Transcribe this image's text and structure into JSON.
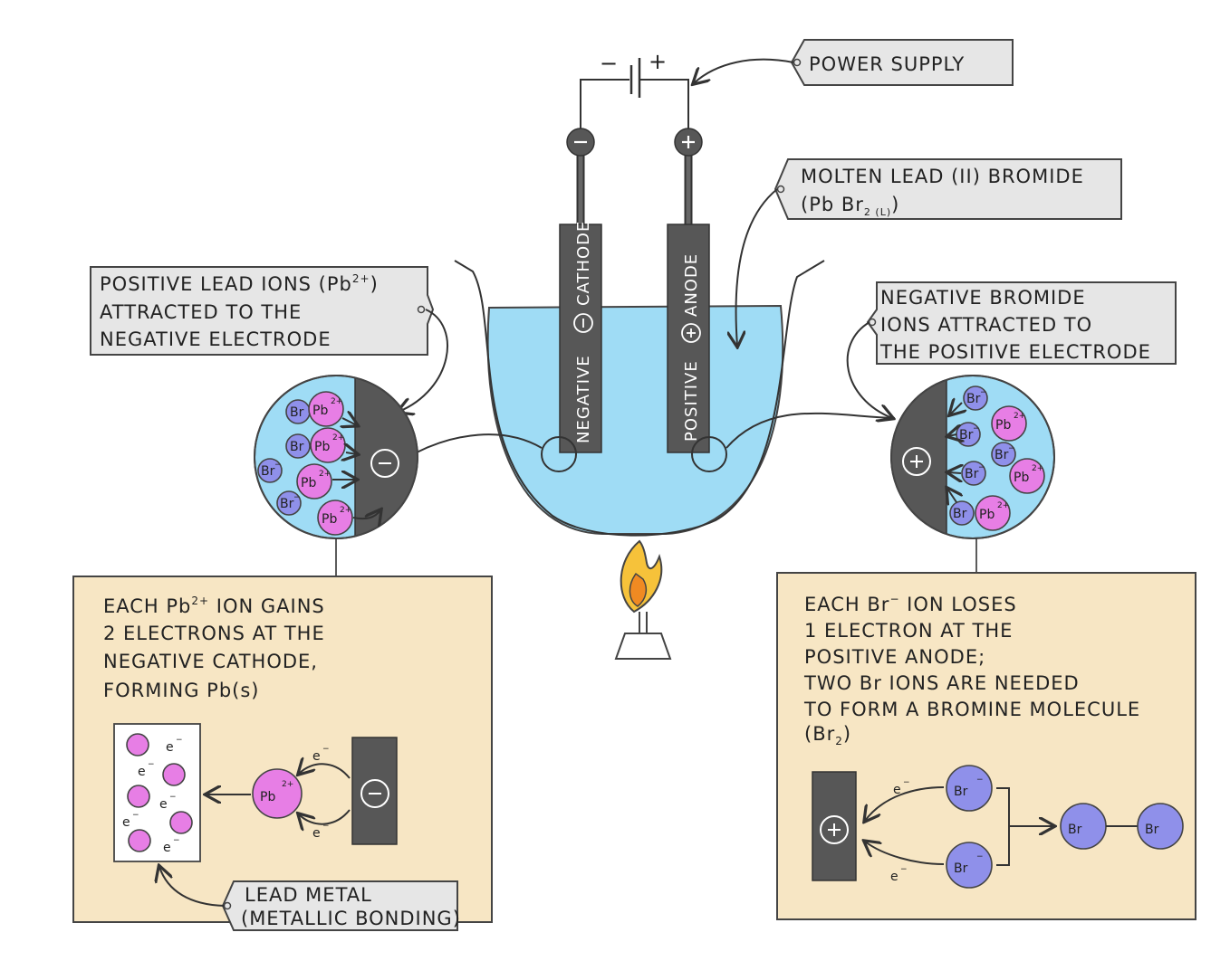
{
  "power_supply": {
    "label": "POWER SUPPLY",
    "minus": "−",
    "plus": "+"
  },
  "electrolyte": {
    "label_line1": "MOLTEN  LEAD (II)  BROMIDE",
    "formula_open": "(Pb Br",
    "formula_sub": "2 (L)",
    "formula_close": ")"
  },
  "electrodes": {
    "cathode_label": "NEGATIVE",
    "cathode_name": "CATHODE",
    "anode_label": "POSITIVE",
    "anode_name": "ANODE",
    "neg_symbol": "−",
    "pos_symbol": "+"
  },
  "left_tag": {
    "line1": "POSITIVE  LEAD  IONS  (Pb",
    "line1_sup": "2+",
    "line1_end": ")",
    "line2": "ATTRACTED  TO  THE",
    "line3": "NEGATIVE  ELECTRODE"
  },
  "right_tag": {
    "line1": "NEGATIVE  BROMIDE",
    "line2": "IONS  ATTRACTED  TO",
    "line3": "THE  POSITIVE  ELECTRODE"
  },
  "ions": {
    "pb": "Pb",
    "pb_charge": "2+",
    "br": "Br",
    "br_charge": "−",
    "electron": "e",
    "electron_charge": "−"
  },
  "left_box": {
    "line1_a": "EACH  Pb",
    "line1_sup": "2+",
    "line1_b": "  ION   GAINS",
    "line2": "2  ELECTRONS  AT  THE",
    "line3": "NEGATIVE  CATHODE,",
    "line4": "FORMING  Pb(s)"
  },
  "lead_metal_tag": {
    "line1": "LEAD  METAL",
    "line2": "(METALLIC  BONDING)"
  },
  "right_box": {
    "line1_a": "EACH  Br",
    "line1_sup": "−",
    "line1_b": "  ION  LOSES",
    "line2": "1  ELECTRON  AT  THE",
    "line3": "POSITIVE  ANODE;",
    "line4": "TWO  Br  IONS  ARE  NEEDED",
    "line5": "TO  FORM  A  BROMINE  MOLECULE",
    "line6_a": "(Br",
    "line6_sub": "2",
    "line6_b": ")"
  },
  "colors": {
    "electrolyte": "#9fdcf5",
    "pb_ion": "#e77ee5",
    "br_ion": "#8f90ea",
    "electrode": "#575757",
    "tag": "#e6e6e6",
    "box": "#f7e6c4"
  }
}
